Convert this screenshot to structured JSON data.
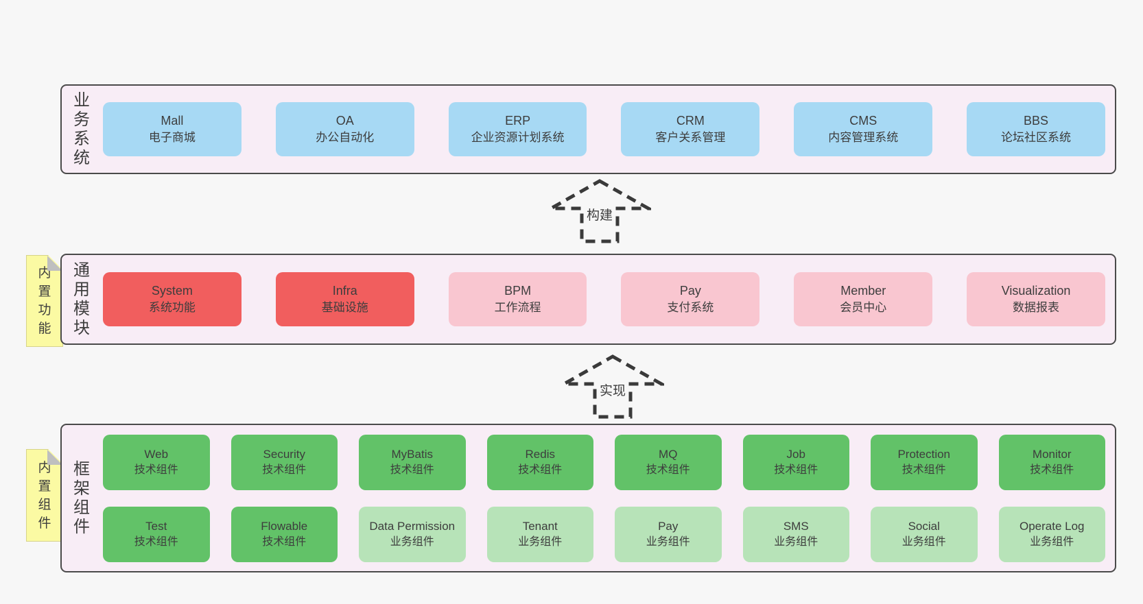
{
  "bands": [
    {
      "label": "业务系统",
      "boxes": [
        {
          "name": "Mall",
          "desc": "电子商城",
          "variant": "blue"
        },
        {
          "name": "OA",
          "desc": "办公自动化",
          "variant": "blue"
        },
        {
          "name": "ERP",
          "desc": "企业资源计划系统",
          "variant": "blue"
        },
        {
          "name": "CRM",
          "desc": "客户关系管理",
          "variant": "blue"
        },
        {
          "name": "CMS",
          "desc": "内容管理系统",
          "variant": "blue"
        },
        {
          "name": "BBS",
          "desc": "论坛社区系统",
          "variant": "blue"
        }
      ]
    },
    {
      "label": "通用模块",
      "note": "内置功能",
      "boxes": [
        {
          "name": "System",
          "desc": "系统功能",
          "variant": "red"
        },
        {
          "name": "Infra",
          "desc": "基础设施",
          "variant": "red"
        },
        {
          "name": "BPM",
          "desc": "工作流程",
          "variant": "pink"
        },
        {
          "name": "Pay",
          "desc": "支付系统",
          "variant": "pink"
        },
        {
          "name": "Member",
          "desc": "会员中心",
          "variant": "pink"
        },
        {
          "name": "Visualization",
          "desc": "数据报表",
          "variant": "pink"
        }
      ]
    },
    {
      "label": "框架组件",
      "note": "内置组件",
      "boxes": [
        {
          "name": "Web",
          "desc": "技术组件",
          "variant": "dgreen"
        },
        {
          "name": "Security",
          "desc": "技术组件",
          "variant": "dgreen"
        },
        {
          "name": "MyBatis",
          "desc": "技术组件",
          "variant": "dgreen"
        },
        {
          "name": "Redis",
          "desc": "技术组件",
          "variant": "dgreen"
        },
        {
          "name": "MQ",
          "desc": "技术组件",
          "variant": "dgreen"
        },
        {
          "name": "Job",
          "desc": "技术组件",
          "variant": "dgreen"
        },
        {
          "name": "Protection",
          "desc": "技术组件",
          "variant": "dgreen"
        },
        {
          "name": "Monitor",
          "desc": "技术组件",
          "variant": "dgreen"
        },
        {
          "name": "Test",
          "desc": "技术组件",
          "variant": "dgreen"
        },
        {
          "name": "Flowable",
          "desc": "技术组件",
          "variant": "dgreen"
        },
        {
          "name": "Data Permission",
          "desc": "业务组件",
          "variant": "lgreen"
        },
        {
          "name": "Tenant",
          "desc": "业务组件",
          "variant": "lgreen"
        },
        {
          "name": "Pay",
          "desc": "业务组件",
          "variant": "lgreen"
        },
        {
          "name": "SMS",
          "desc": "业务组件",
          "variant": "lgreen"
        },
        {
          "name": "Social",
          "desc": "业务组件",
          "variant": "lgreen"
        },
        {
          "name": "Operate Log",
          "desc": "业务组件",
          "variant": "lgreen"
        }
      ]
    }
  ],
  "arrows": [
    {
      "label": "构建"
    },
    {
      "label": "实现"
    }
  ],
  "colors": {
    "page_bg": "#f7f7f7",
    "band_bg": "#f8edf6",
    "band_border": "#4a4a4a",
    "blue_box": "#a7d9f4",
    "red_box": "#f15e5e",
    "pink_box": "#f9c6d0",
    "green_box": "#62c268",
    "light_green_box": "#b7e3b8",
    "note_bg": "#fbfaa3",
    "text": "#3d3d3d"
  }
}
